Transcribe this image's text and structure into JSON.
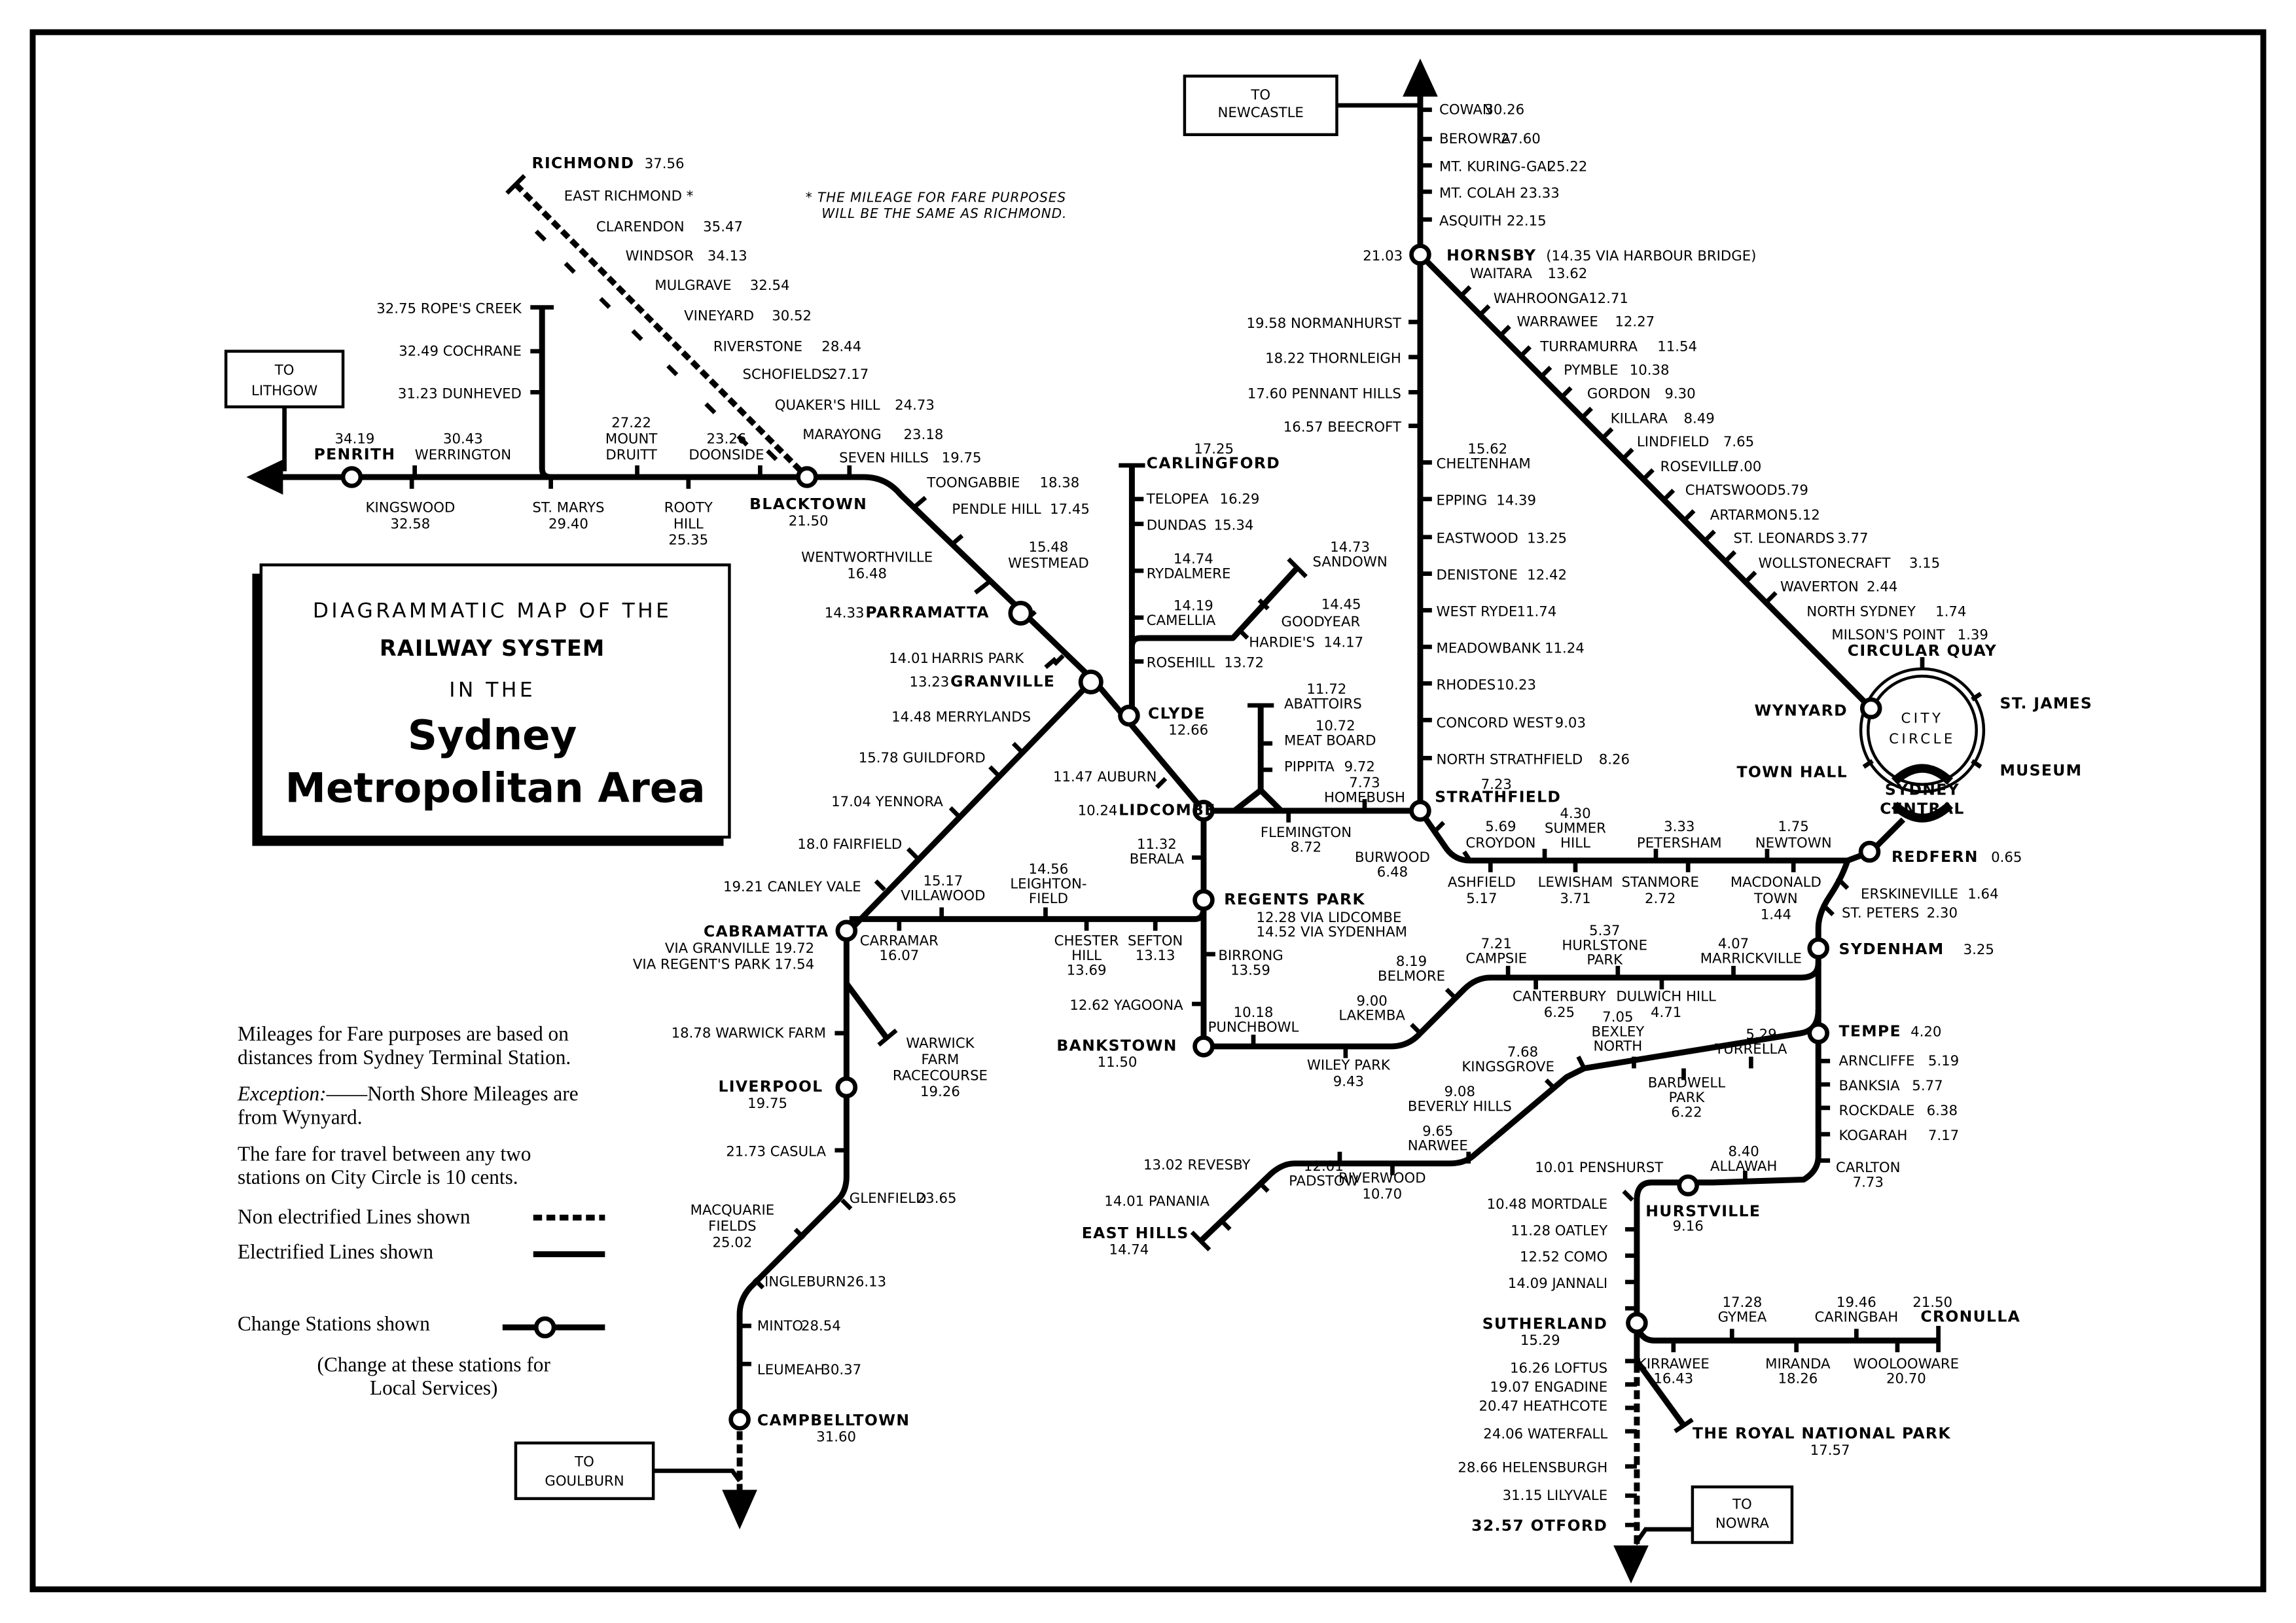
{
  "title": {
    "line1": "DIAGRAMMATIC MAP OF THE",
    "line2": "RAILWAY SYSTEM",
    "line3": "IN THE",
    "line4": "Sydney",
    "line5": "Metropolitan  Area"
  },
  "directions": {
    "lithgow": [
      "TO",
      "LITHGOW"
    ],
    "newcastle": [
      "TO",
      "NEWCASTLE"
    ],
    "goulburn": [
      "TO",
      "GOULBURN"
    ],
    "nowra": [
      "TO",
      "NOWRA"
    ]
  },
  "footnote": [
    "* THE MILEAGE FOR FARE PURPOSES",
    "WILL BE THE SAME AS RICHMOND."
  ],
  "legend": {
    "note1": [
      "Mileages for Fare purposes are based on",
      "distances from Sydney Terminal Station."
    ],
    "note2_italic": "Exception:",
    "note2": [
      "——North Shore Mileages are",
      "from Wynyard."
    ],
    "note3": [
      "The fare for travel between any two",
      "stations on City Circle is 10 cents."
    ],
    "non_electrified": "Non electrified Lines shown",
    "electrified": "Electrified Lines shown",
    "change": "Change Stations shown",
    "change_note": [
      "(Change at these stations for",
      "Local Services)"
    ]
  },
  "city_circle": {
    "label": [
      "CITY",
      "CIRCLE"
    ],
    "central": [
      "SYDNEY",
      "CENTRAL"
    ],
    "stations": [
      "WYNYARD",
      "CIRCULAR QUAY",
      "ST. JAMES",
      "MUSEUM",
      "TOWN HALL"
    ]
  },
  "lines": {
    "western": [
      {
        "name": "PENRITH",
        "mileage": "34.19",
        "change": true
      },
      {
        "name": "KINGSWOOD",
        "mileage": "32.58"
      },
      {
        "name": "WERRINGTON",
        "mileage": "30.43"
      },
      {
        "name": "ST. MARYS",
        "mileage": "29.40"
      },
      {
        "name": "MOUNT DRUITT",
        "mileage": "27.22"
      },
      {
        "name": "ROOTY HILL",
        "mileage": "25.35"
      },
      {
        "name": "DOONSIDE",
        "mileage": "23.26"
      },
      {
        "name": "BLACKTOWN",
        "mileage": "21.50",
        "change": true
      },
      {
        "name": "SEVEN HILLS",
        "mileage": "19.75"
      },
      {
        "name": "TOONGABBIE",
        "mileage": "18.38"
      },
      {
        "name": "PENDLE HILL",
        "mileage": "17.45"
      },
      {
        "name": "WENTWORTHVILLE",
        "mileage": "16.48"
      },
      {
        "name": "WESTMEAD",
        "mileage": "15.48"
      },
      {
        "name": "PARRAMATTA",
        "mileage": "14.33",
        "change": true
      },
      {
        "name": "HARRIS PARK",
        "mileage": "14.01"
      },
      {
        "name": "GRANVILLE",
        "mileage": "13.23",
        "change": true
      },
      {
        "name": "CLYDE",
        "mileage": "12.66",
        "change": true
      },
      {
        "name": "AUBURN",
        "mileage": "11.47"
      },
      {
        "name": "LIDCOMBE",
        "mileage": "10.24",
        "change": true
      },
      {
        "name": "FLEMINGTON",
        "mileage": "8.72"
      },
      {
        "name": "HOMEBUSH",
        "mileage": "7.73"
      },
      {
        "name": "STRATHFIELD",
        "mileage": "7.23",
        "change": true
      },
      {
        "name": "BURWOOD",
        "mileage": "6.48"
      },
      {
        "name": "CROYDON",
        "mileage": "5.69"
      },
      {
        "name": "ASHFIELD",
        "mileage": "5.17"
      },
      {
        "name": "SUMMER HILL",
        "mileage": "4.30"
      },
      {
        "name": "LEWISHAM",
        "mileage": "3.71"
      },
      {
        "name": "PETERSHAM",
        "mileage": "3.33"
      },
      {
        "name": "STANMORE",
        "mileage": "2.72"
      },
      {
        "name": "NEWTOWN",
        "mileage": "1.75"
      },
      {
        "name": "MACDONALD TOWN",
        "mileage": "1.44"
      },
      {
        "name": "REDFERN",
        "mileage": "0.65",
        "change": true
      }
    ],
    "ropes_creek": [
      {
        "name": "ROPE'S CREEK",
        "mileage": "32.75"
      },
      {
        "name": "COCHRANE",
        "mileage": "32.49"
      },
      {
        "name": "DUNHEVED",
        "mileage": "31.23"
      }
    ],
    "richmond": [
      {
        "name": "RICHMOND",
        "mileage": "37.56"
      },
      {
        "name": "EAST RICHMOND *",
        "mileage": ""
      },
      {
        "name": "CLARENDON",
        "mileage": "35.47"
      },
      {
        "name": "WINDSOR",
        "mileage": "34.13"
      },
      {
        "name": "MULGRAVE",
        "mileage": "32.54"
      },
      {
        "name": "VINEYARD",
        "mileage": "30.52"
      },
      {
        "name": "RIVERSTONE",
        "mileage": "28.44"
      },
      {
        "name": "SCHOFIELDS",
        "mileage": "27.17"
      },
      {
        "name": "QUAKER'S HILL",
        "mileage": "24.73"
      },
      {
        "name": "MARAYONG",
        "mileage": "23.18"
      }
    ],
    "carlingford": [
      {
        "name": "CARLINGFORD",
        "mileage": "17.25"
      },
      {
        "name": "TELOPEA",
        "mileage": "16.29"
      },
      {
        "name": "DUNDAS",
        "mileage": "15.34"
      },
      {
        "name": "RYDALMERE",
        "mileage": "14.74"
      },
      {
        "name": "CAMELLIA",
        "mileage": "14.19"
      },
      {
        "name": "ROSEHILL",
        "mileage": "13.72"
      }
    ],
    "sandown": [
      {
        "name": "SANDOWN",
        "mileage": "14.73"
      },
      {
        "name": "GOODYEAR",
        "mileage": "14.45"
      },
      {
        "name": "HARDIE'S",
        "mileage": "14.17"
      }
    ],
    "abattoirs": [
      {
        "name": "ABATTOIRS",
        "mileage": "11.72"
      },
      {
        "name": "MEAT BOARD",
        "mileage": "10.72"
      },
      {
        "name": "PIPPITA",
        "mileage": "9.72"
      }
    ],
    "northern": [
      {
        "name": "COWAN",
        "mileage": "30.26"
      },
      {
        "name": "BEROWRA",
        "mileage": "27.60"
      },
      {
        "name": "MT. KURING-GAI",
        "mileage": "25.22"
      },
      {
        "name": "MT. COLAH",
        "mileage": "23.33"
      },
      {
        "name": "ASQUITH",
        "mileage": "22.15"
      },
      {
        "name": "HORNSBY",
        "mileage": "21.03",
        "note": "(14.35 VIA HARBOUR BRIDGE)",
        "change": true
      },
      {
        "name": "NORMANHURST",
        "mileage": "19.58"
      },
      {
        "name": "THORNLEIGH",
        "mileage": "18.22"
      },
      {
        "name": "PENNANT HILLS",
        "mileage": "17.60"
      },
      {
        "name": "BEECROFT",
        "mileage": "16.57"
      },
      {
        "name": "CHELTENHAM",
        "mileage": "15.62"
      },
      {
        "name": "EPPING",
        "mileage": "14.39"
      },
      {
        "name": "EASTWOOD",
        "mileage": "13.25"
      },
      {
        "name": "DENISTONE",
        "mileage": "12.42"
      },
      {
        "name": "WEST RYDE",
        "mileage": "11.74"
      },
      {
        "name": "MEADOWBANK",
        "mileage": "11.24"
      },
      {
        "name": "RHODES",
        "mileage": "10.23"
      },
      {
        "name": "CONCORD WEST",
        "mileage": "9.03"
      },
      {
        "name": "NORTH STRATHFIELD",
        "mileage": "8.26"
      }
    ],
    "north_shore": [
      {
        "name": "WAITARA",
        "mileage": "13.62"
      },
      {
        "name": "WAHROONGA",
        "mileage": "12.71"
      },
      {
        "name": "WARRAWEE",
        "mileage": "12.27"
      },
      {
        "name": "TURRAMURRA",
        "mileage": "11.54"
      },
      {
        "name": "PYMBLE",
        "mileage": "10.38"
      },
      {
        "name": "GORDON",
        "mileage": "9.30"
      },
      {
        "name": "KILLARA",
        "mileage": "8.49"
      },
      {
        "name": "LINDFIELD",
        "mileage": "7.65"
      },
      {
        "name": "ROSEVILLE",
        "mileage": "7.00"
      },
      {
        "name": "CHATSWOOD",
        "mileage": "5.79"
      },
      {
        "name": "ARTARMON",
        "mileage": "5.12"
      },
      {
        "name": "ST. LEONARDS",
        "mileage": "3.77"
      },
      {
        "name": "WOLLSTONECRAFT",
        "mileage": "3.15"
      },
      {
        "name": "WAVERTON",
        "mileage": "2.44"
      },
      {
        "name": "NORTH SYDNEY",
        "mileage": "1.74"
      },
      {
        "name": "MILSON'S POINT",
        "mileage": "1.39"
      }
    ],
    "south": [
      {
        "name": "MERRYLANDS",
        "mileage": "14.48"
      },
      {
        "name": "GUILDFORD",
        "mileage": "15.78"
      },
      {
        "name": "YENNORA",
        "mileage": "17.04"
      },
      {
        "name": "FAIRFIELD",
        "mileage": "18.0"
      },
      {
        "name": "CANLEY VALE",
        "mileage": "19.21"
      },
      {
        "name": "CABRAMATTA",
        "note1": "VIA GRANVILLE 19.72",
        "note2": "VIA REGENT'S PARK 17.54",
        "change": true
      },
      {
        "name": "WARWICK FARM",
        "mileage": "18.78"
      },
      {
        "name": "WARWICK FARM RACECOURSE",
        "mileage": "19.26"
      },
      {
        "name": "LIVERPOOL",
        "mileage": "19.75",
        "change": true
      },
      {
        "name": "CASULA",
        "mileage": "21.73"
      },
      {
        "name": "GLENFIELD",
        "mileage": "23.65"
      },
      {
        "name": "MACQUARIE FIELDS",
        "mileage": "25.02"
      },
      {
        "name": "INGLEBURN",
        "mileage": "26.13"
      },
      {
        "name": "MINTO",
        "mileage": "28.54"
      },
      {
        "name": "LEUMEAH",
        "mileage": "30.37"
      },
      {
        "name": "CAMPBELLTOWN",
        "mileage": "31.60",
        "change": true
      }
    ],
    "regents_park": [
      {
        "name": "BERALA",
        "mileage": "11.32"
      },
      {
        "name": "REGENTS PARK",
        "note1": "12.28 VIA LIDCOMBE",
        "note2": "14.52 VIA SYDENHAM",
        "change": true
      },
      {
        "name": "VILLAWOOD",
        "mileage": "15.17"
      },
      {
        "name": "CARRAMAR",
        "mileage": "16.07"
      },
      {
        "name": "LEIGHTON-FIELD",
        "mileage": "14.56"
      },
      {
        "name": "CHESTER HILL",
        "mileage": "13.69"
      },
      {
        "name": "SEFTON",
        "mileage": "13.13"
      },
      {
        "name": "BIRRONG",
        "mileage": "13.59"
      },
      {
        "name": "YAGOONA",
        "mileage": "12.62"
      }
    ],
    "bankstown": [
      {
        "name": "BANKSTOWN",
        "mileage": "11.50",
        "change": true
      },
      {
        "name": "PUNCHBOWL",
        "mileage": "10.18"
      },
      {
        "name": "WILEY PARK",
        "mileage": "9.43"
      },
      {
        "name": "LAKEMBA",
        "mileage": "9.00"
      },
      {
        "name": "BELMORE",
        "mileage": "8.19"
      },
      {
        "name": "CAMPSIE",
        "mileage": "7.21"
      },
      {
        "name": "CANTERBURY",
        "mileage": "6.25"
      },
      {
        "name": "HURLSTONE PARK",
        "mileage": "5.37"
      },
      {
        "name": "DULWICH HILL",
        "mileage": "4.71"
      },
      {
        "name": "MARRICKVILLE",
        "mileage": "4.07"
      },
      {
        "name": "SYDENHAM",
        "mileage": "3.25",
        "change": true
      }
    ],
    "illawarra": [
      {
        "name": "ERSKINEVILLE",
        "mileage": "1.64"
      },
      {
        "name": "ST. PETERS",
        "mileage": "2.30"
      },
      {
        "name": "TEMPE",
        "mileage": "4.20",
        "change": true
      },
      {
        "name": "ARNCLIFFE",
        "mileage": "5.19"
      },
      {
        "name": "BANKSIA",
        "mileage": "5.77"
      },
      {
        "name": "ROCKDALE",
        "mileage": "6.38"
      },
      {
        "name": "KOGARAH",
        "mileage": "7.17"
      },
      {
        "name": "CARLTON",
        "mileage": "7.73"
      },
      {
        "name": "ALLAWAH",
        "mileage": "8.40"
      },
      {
        "name": "HURSTVILLE",
        "mileage": "9.16",
        "change": true
      },
      {
        "name": "PENSHURST",
        "mileage": "10.01"
      },
      {
        "name": "MORTDALE",
        "mileage": "10.48"
      },
      {
        "name": "OATLEY",
        "mileage": "11.28"
      },
      {
        "name": "COMO",
        "mileage": "12.52"
      },
      {
        "name": "JANNALI",
        "mileage": "14.09"
      },
      {
        "name": "SUTHERLAND",
        "mileage": "15.29",
        "change": true
      },
      {
        "name": "LOFTUS",
        "mileage": "16.26"
      },
      {
        "name": "ENGADINE",
        "mileage": "19.07"
      },
      {
        "name": "HEATHCOTE",
        "mileage": "20.47"
      },
      {
        "name": "WATERFALL",
        "mileage": "24.06"
      },
      {
        "name": "HELENSBURGH",
        "mileage": "28.66"
      },
      {
        "name": "LILYVALE",
        "mileage": "31.15"
      },
      {
        "name": "OTFORD",
        "mileage": "32.57"
      }
    ],
    "east_hills": [
      {
        "name": "TURRELLA",
        "mileage": "5.29"
      },
      {
        "name": "BARDWELL PARK",
        "mileage": "6.22"
      },
      {
        "name": "BEXLEY NORTH",
        "mileage": "7.05"
      },
      {
        "name": "KINGSGROVE",
        "mileage": "7.68"
      },
      {
        "name": "BEVERLY HILLS",
        "mileage": "9.08"
      },
      {
        "name": "NARWEE",
        "mileage": "9.65"
      },
      {
        "name": "RIVERWOOD",
        "mileage": "10.70"
      },
      {
        "name": "PADSTOW",
        "mileage": "12.01"
      },
      {
        "name": "REVESBY",
        "mileage": "13.02"
      },
      {
        "name": "PANANIA",
        "mileage": "14.01"
      },
      {
        "name": "EAST HILLS",
        "mileage": "14.74"
      }
    ],
    "cronulla": [
      {
        "name": "KIRRAWEE",
        "mileage": "16.43"
      },
      {
        "name": "GYMEA",
        "mileage": "17.28"
      },
      {
        "name": "MIRANDA",
        "mileage": "18.26"
      },
      {
        "name": "CARINGBAH",
        "mileage": "19.46"
      },
      {
        "name": "WOOLOOWARE",
        "mileage": "20.70"
      },
      {
        "name": "CRONULLA",
        "mileage": "21.50"
      }
    ],
    "national_park": [
      {
        "name": "THE ROYAL NATIONAL PARK",
        "mileage": "17.57"
      }
    ]
  }
}
